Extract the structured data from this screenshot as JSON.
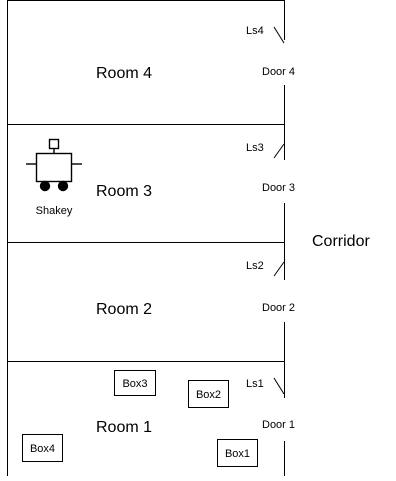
{
  "rooms": [
    {
      "label": "Room 4"
    },
    {
      "label": "Room 3"
    },
    {
      "label": "Room 2"
    },
    {
      "label": "Room 1"
    }
  ],
  "corridor": {
    "label": "Corridor"
  },
  "doors": [
    {
      "label": "Door 4",
      "switch": "Ls4"
    },
    {
      "label": "Door 3",
      "switch": "Ls3"
    },
    {
      "label": "Door 2",
      "switch": "Ls2"
    },
    {
      "label": "Door 1",
      "switch": "Ls1"
    }
  ],
  "boxes": [
    {
      "label": "Box3"
    },
    {
      "label": "Box2"
    },
    {
      "label": "Box4"
    },
    {
      "label": "Box1"
    }
  ],
  "robot": {
    "label": "Shakey",
    "icon": "robot-icon"
  },
  "colors": {
    "line": "#000000",
    "background": "#ffffff"
  }
}
